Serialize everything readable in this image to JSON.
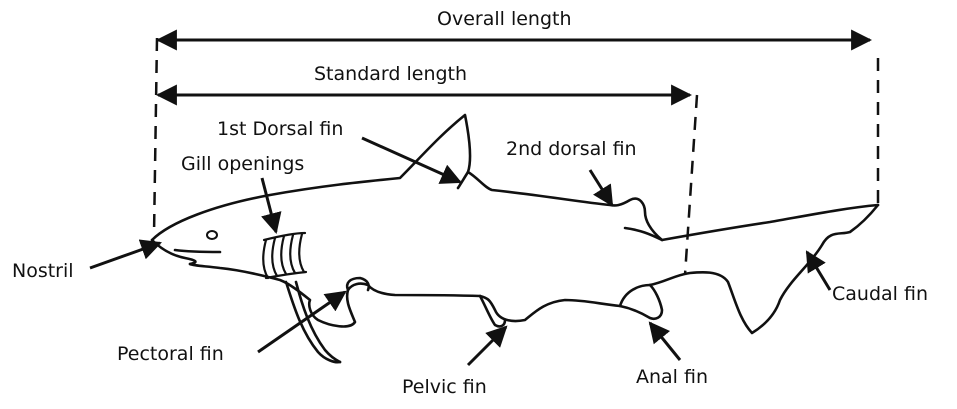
{
  "labels": {
    "overall_length": "Overall length",
    "standard_length": "Standard length",
    "first_dorsal_fin": "1st Dorsal fin",
    "gill_openings": "Gill openings",
    "second_dorsal_fin": "2nd dorsal fin",
    "nostril": "Nostril",
    "pectoral_fin": "Pectoral fin",
    "pelvic_fin": "Pelvic fin",
    "anal_fin": "Anal fin",
    "caudal_fin": "Caudal fin"
  },
  "colors": {
    "ink": "#111111",
    "background": "#ffffff"
  }
}
